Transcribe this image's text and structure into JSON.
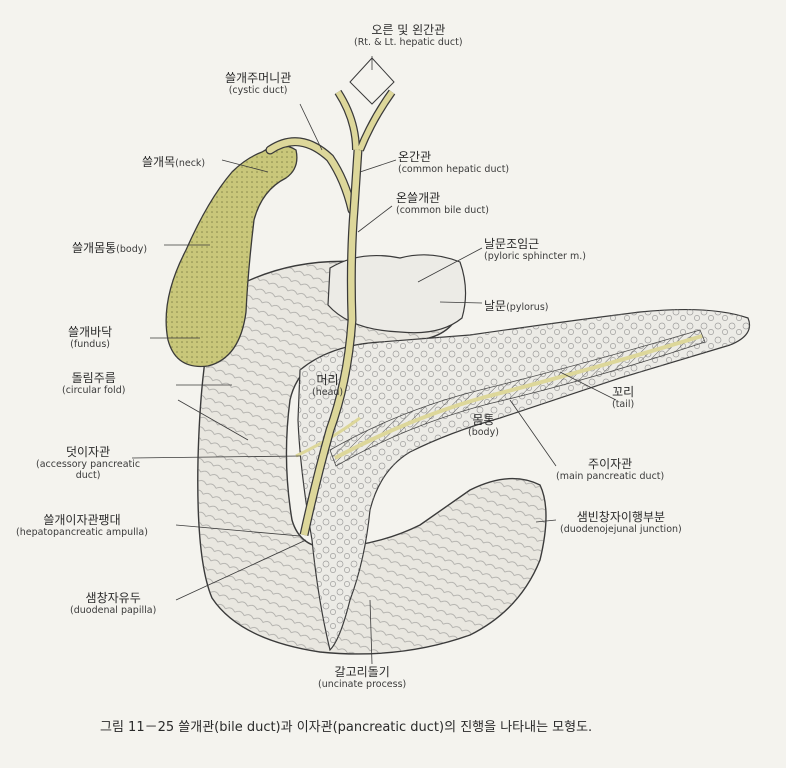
{
  "labels": {
    "hepatic": {
      "ko": "오른 및 왼간관",
      "en": "(Rt. & Lt. hepatic duct)"
    },
    "cystic": {
      "ko": "쓸개주머니관",
      "en": "(cystic duct)"
    },
    "neck": {
      "ko": "쓸개목",
      "en": "(neck)"
    },
    "common_hepatic": {
      "ko": "온간관",
      "en": "(common hepatic duct)"
    },
    "common_bile": {
      "ko": "온쓸개관",
      "en": "(common bile duct)"
    },
    "gb_body": {
      "ko": "쓸개몸통",
      "en": "(body)"
    },
    "pyloric_sphincter": {
      "ko": "날문조임근",
      "en": "(pyloric sphincter m.)"
    },
    "pylorus": {
      "ko": "날문",
      "en": "(pylorus)"
    },
    "fundus": {
      "ko": "쓸개바닥",
      "en": "(fundus)"
    },
    "head": {
      "ko": "머리",
      "en": "(head)"
    },
    "circular_fold": {
      "ko": "돌림주름",
      "en": "(circular fold)"
    },
    "tail": {
      "ko": "꼬리",
      "en": "(tail)"
    },
    "panc_body": {
      "ko": "몸통",
      "en": "(body)"
    },
    "accessory_duct": {
      "ko": "덧이자관",
      "en1": "(accessory pancreatic",
      "en2": "duct)"
    },
    "main_duct": {
      "ko": "주이자관",
      "en": "(main pancreatic duct)"
    },
    "ampulla": {
      "ko": "쓸개이자관팽대",
      "en": "(hepatopancreatic ampulla)"
    },
    "duodenojejunal": {
      "ko": "샘빈창자이행부분",
      "en": "(duodenojejunal junction)"
    },
    "papilla": {
      "ko": "샘창자유두",
      "en": "(duodenal papilla)"
    },
    "uncinate": {
      "ko": "갈고리돌기",
      "en": "(uncinate process)"
    }
  },
  "caption": "그림 11－25  쓸개관(bile duct)과 이자관(pancreatic duct)의 진행을 나타내는 모형도.",
  "colors": {
    "background": "#f4f3ee",
    "gallbladder": "#c9c77a",
    "bile_duct": "#ddd79a",
    "duodenum": "#e9e7e0",
    "pancreas": "#ecebe6",
    "line": "#3a3a3a"
  }
}
